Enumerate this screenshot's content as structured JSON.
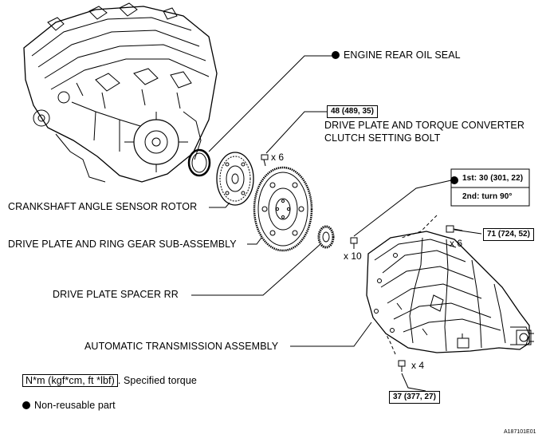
{
  "labels": {
    "engine_rear_oil_seal": "ENGINE REAR OIL SEAL",
    "bolt_torque": "48 (489, 35)",
    "bolt_name_line1": "DRIVE PLATE AND TORQUE CONVERTER",
    "bolt_name_line2": "CLUTCH SETTING BOLT",
    "bolt_qty": "x 6",
    "crankshaft_rotor": "CRANKSHAFT ANGLE SENSOR ROTOR",
    "drive_plate_ring_gear": "DRIVE PLATE AND RING GEAR SUB-ASSEMBLY",
    "drive_plate_spacer": "DRIVE PLATE SPACER RR",
    "automatic_transmission": "AUTOMATIC TRANSMISSION ASSEMBLY",
    "spacer_bolt_qty": "x 10",
    "torque_1st": "1st: 30 (301, 22)",
    "torque_2nd": "2nd: turn 90°",
    "trans_bolt_upper_torque": "71 (724, 52)",
    "trans_bolt_upper_qty": "x 6",
    "trans_bolt_lower_torque": "37 (377, 27)",
    "trans_bolt_lower_qty": "x 4"
  },
  "legend": {
    "torque_units": "N*m (kgf*cm, ft *lbf)",
    "torque_suffix": ". Specified torque",
    "non_reusable": "Non-reusable part"
  },
  "figure_code": "A187101E01"
}
